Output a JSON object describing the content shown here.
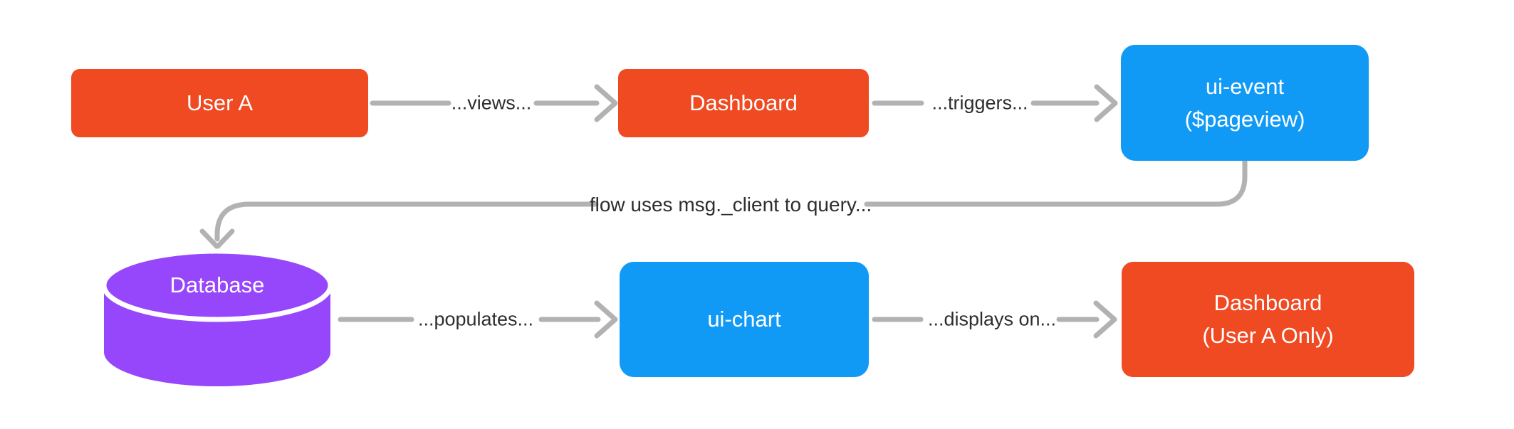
{
  "diagram": {
    "title": "dashboard-per-user-flow-diagram",
    "nodes": [
      {
        "id": "user-a",
        "shape": "rect",
        "color": "#F04A23",
        "label": "User A"
      },
      {
        "id": "dashboard",
        "shape": "rect",
        "color": "#F04A23",
        "label": "Dashboard"
      },
      {
        "id": "ui-event",
        "shape": "rect",
        "color": "#119AF5",
        "label": "ui-event",
        "label2": "($pageview)"
      },
      {
        "id": "database",
        "shape": "cylinder",
        "color": "#9747FB",
        "label": "Database"
      },
      {
        "id": "ui-chart",
        "shape": "rect",
        "color": "#119AF5",
        "label": "ui-chart"
      },
      {
        "id": "dashboard-user-a",
        "shape": "rect",
        "color": "#F04A23",
        "label": "Dashboard",
        "label2": "(User A Only)"
      }
    ],
    "edges": [
      {
        "from": "user-a",
        "to": "dashboard",
        "label": "...views..."
      },
      {
        "from": "dashboard",
        "to": "ui-event",
        "label": "...triggers..."
      },
      {
        "from": "ui-event",
        "to": "database",
        "label": "flow uses msg._client to query..."
      },
      {
        "from": "database",
        "to": "ui-chart",
        "label": "...populates..."
      },
      {
        "from": "ui-chart",
        "to": "dashboard-user-a",
        "label": "...displays on..."
      }
    ],
    "colors": {
      "node_red": "#F04A23",
      "node_blue": "#119AF5",
      "node_purple": "#9747FB",
      "wire_gray": "#B2B2B2",
      "edge_label_text": "#2E2E2E",
      "node_text": "#FFFFFF",
      "background": "#FFFFFF"
    }
  }
}
